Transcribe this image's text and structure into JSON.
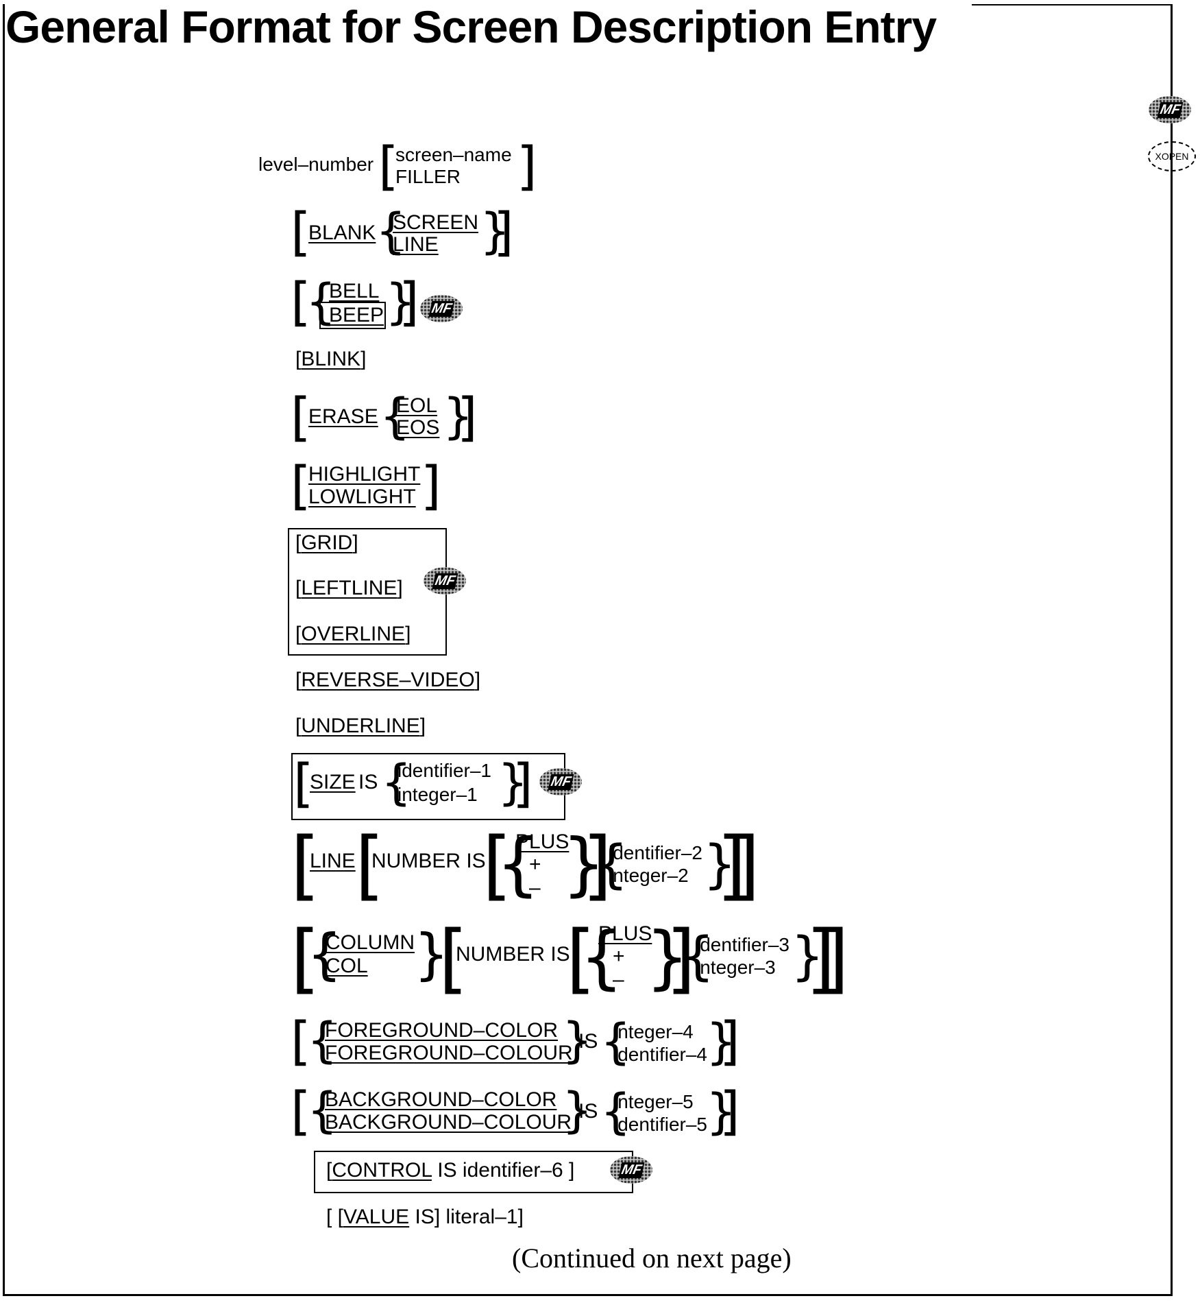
{
  "title": "General Format for Screen Description Entry",
  "badges": {
    "mf": "MF",
    "xopen": "XOPEN"
  },
  "entry": {
    "level_number": "level–number",
    "screen_name": "screen–name",
    "filler": "FILLER",
    "blank": "BLANK",
    "screen": "SCREEN",
    "line": "LINE",
    "bell": "BELL",
    "beep": "BEEP",
    "blink": "BLINK",
    "erase": "ERASE",
    "eol": "EOL",
    "eos": "EOS",
    "highlight": "HIGHLIGHT",
    "lowlight": "LOWLIGHT",
    "grid": "GRID",
    "leftline": "LEFTLINE",
    "overline": "OVERLINE",
    "reverse_video": "REVERSE–VIDEO",
    "underline": "UNDERLINE",
    "size": "SIZE",
    "is": "IS",
    "identifier_1": "identifier–1",
    "integer_1": "integer–1",
    "line_kw": "LINE",
    "number_is": "NUMBER IS",
    "plus": "PLUS",
    "plus_sign": "+",
    "minus_sign": "–",
    "identifier_2": "identifier–2",
    "integer_2": "integer–2",
    "column": "COLUMN",
    "col": "COL",
    "identifier_3": "identifier–3",
    "integer_3": "integer–3",
    "foreground_color": "FOREGROUND–COLOR",
    "foreground_colour": "FOREGROUND–COLOUR",
    "integer_4": "integer–4",
    "identifier_4": "identifier–4",
    "background_color": "BACKGROUND–COLOR",
    "background_colour": "BACKGROUND–COLOUR",
    "integer_5": "integer–5",
    "identifier_5": "identifier–5",
    "control": "CONTROL",
    "identifier_6": "IS identifier–6",
    "value": "VALUE",
    "literal_1": "literal–1"
  },
  "continued": "(Continued on next page)"
}
